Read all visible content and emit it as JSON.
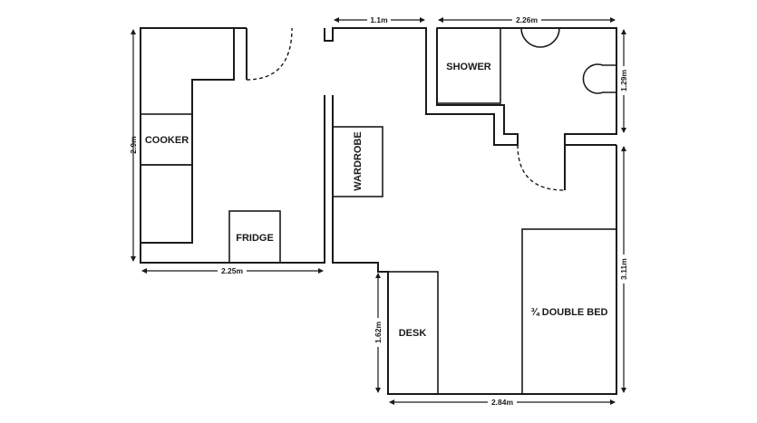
{
  "rooms": {
    "cooker": "COOKER",
    "fridge": "FRIDGE",
    "wardrobe": "WARDROBE",
    "shower": "SHOWER",
    "desk": "DESK",
    "bed": "¾ DOUBLE BED"
  },
  "dimensions": {
    "left_height": "2.9m",
    "kitchen_width": "2.25m",
    "hall_width": "1.1m",
    "bathroom_width": "2.26m",
    "bathroom_height": "1.29m",
    "bedroom_height": "3.11m",
    "desk_height": "1.62m",
    "bedroom_width": "2.84m"
  }
}
